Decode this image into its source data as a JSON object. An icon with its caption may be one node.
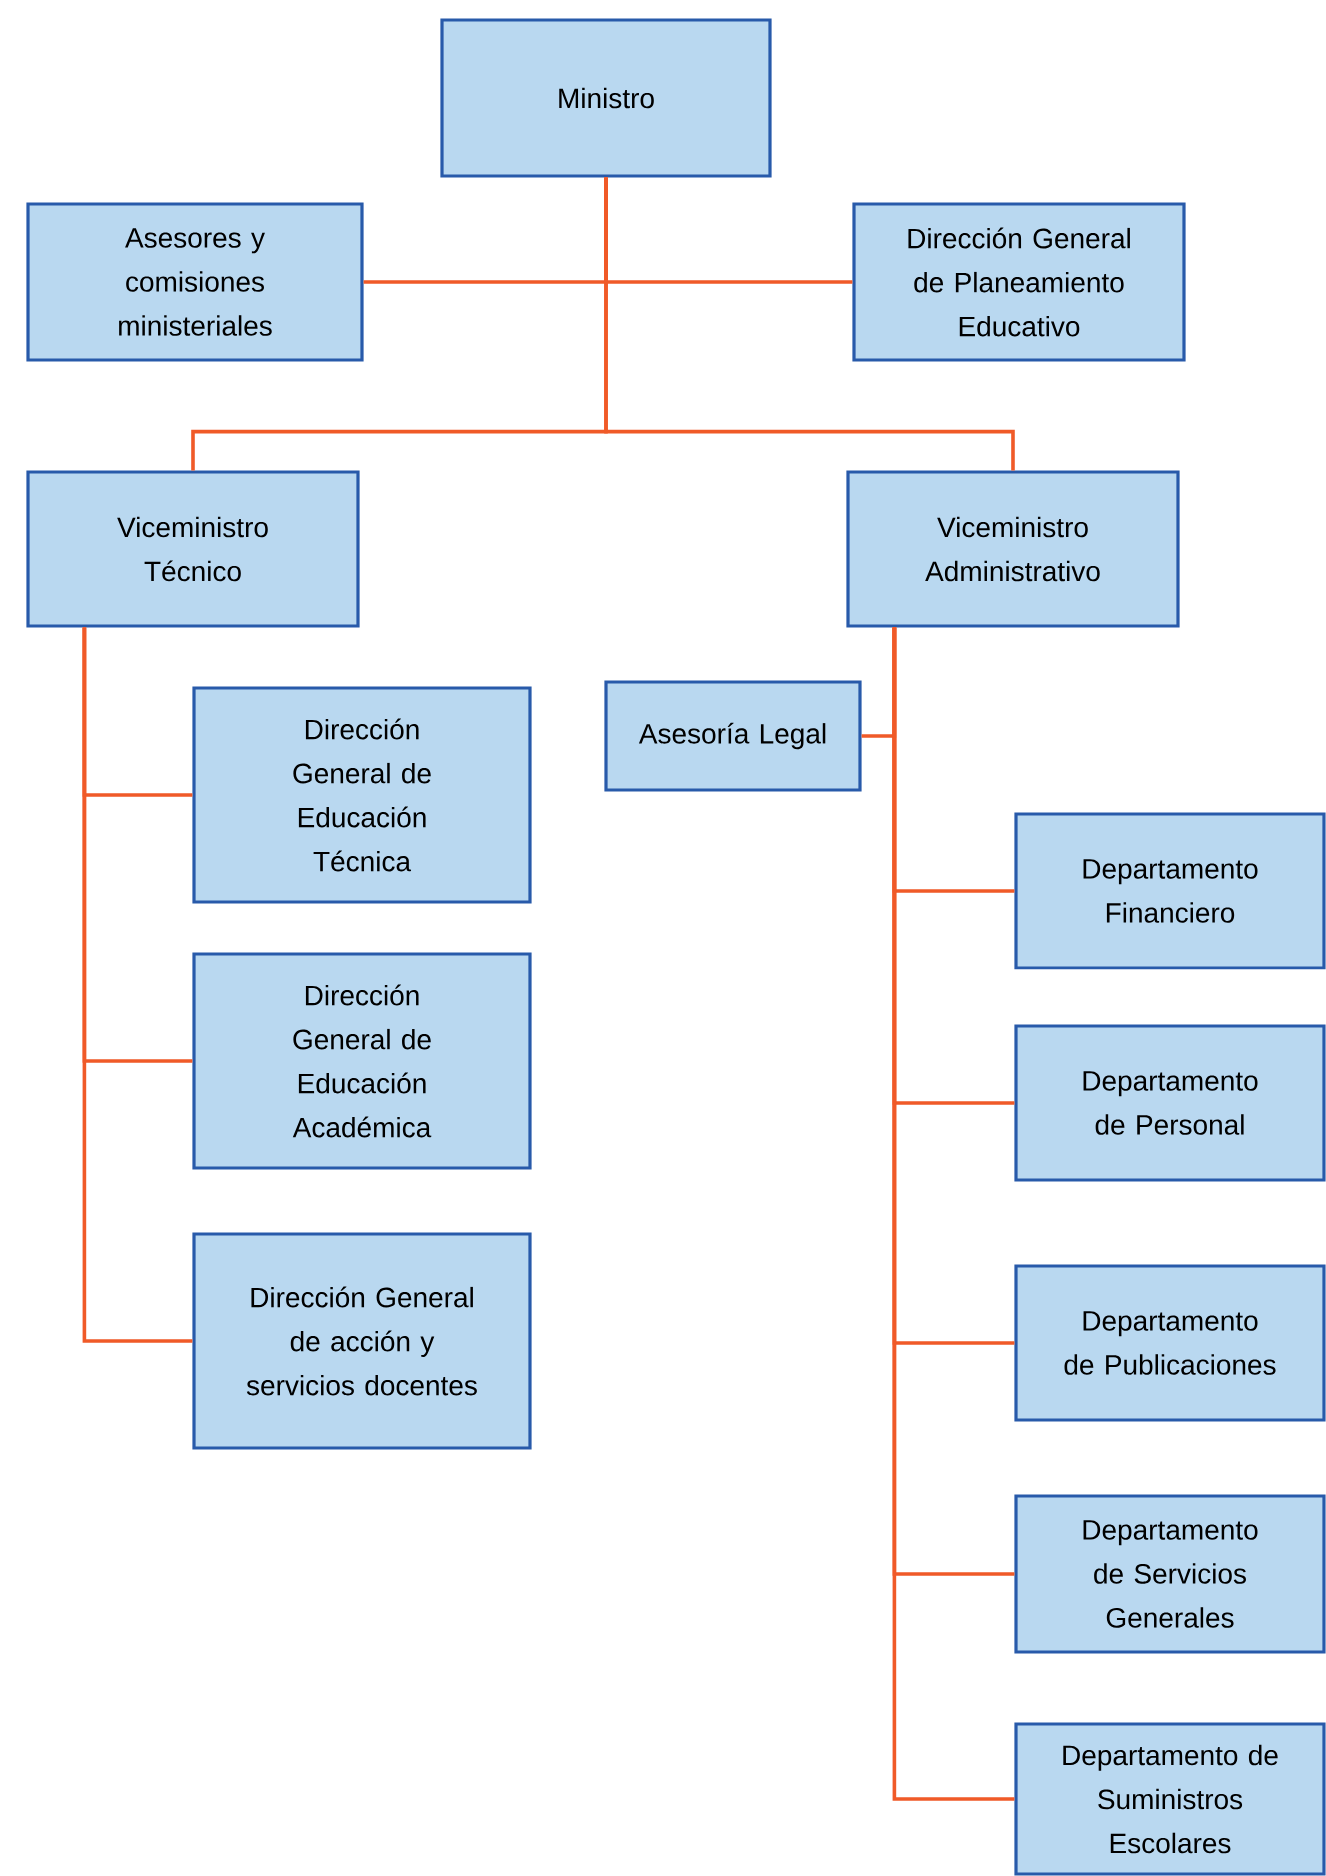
{
  "diagram": {
    "nodes": [
      {
        "text": [
          "Ministro"
        ]
      },
      {
        "text": [
          "Asesores y comisiones ministeriales"
        ]
      },
      {
        "text": [
          "Dirección General de Planeamiento Educativo"
        ]
      },
      {
        "text": [
          "Viceministro Técnico"
        ]
      },
      {
        "text": [
          "Viceministro Administrativo"
        ]
      },
      {
        "text": [
          "Dirección General de Educación Técnica"
        ]
      },
      {
        "text": [
          "Dirección General de Educación Académica"
        ]
      },
      {
        "text": [
          "Dirección General de acción y servicios docentes"
        ]
      },
      {
        "text": [
          "Asesoría Legal"
        ]
      },
      {
        "text": [
          "Departamento Financiero"
        ]
      },
      {
        "text": [
          "Departamento de Personal"
        ]
      },
      {
        "text": [
          "Departamento de Publicaciones"
        ]
      },
      {
        "text": [
          "Departamento de Servicios Generales"
        ]
      },
      {
        "text": [
          "Departamento de Suministros Escolares"
        ]
      }
    ],
    "edges": [
      {
        "from": 0,
        "to": 1,
        "arrow": "none"
      },
      {
        "from": 0,
        "to": 2,
        "arrow": "none"
      },
      {
        "from": 0,
        "to": 3,
        "arrow": "none"
      },
      {
        "from": 0,
        "to": 4,
        "arrow": "none"
      },
      {
        "from": 3,
        "to": 5,
        "arrow": "none"
      },
      {
        "from": 3,
        "to": 6,
        "arrow": "none"
      },
      {
        "from": 3,
        "to": 7,
        "arrow": "none"
      },
      {
        "from": 4,
        "to": 8,
        "arrow": "none"
      },
      {
        "from": 4,
        "to": 9,
        "arrow": "none"
      },
      {
        "from": 4,
        "to": 10,
        "arrow": "none"
      },
      {
        "from": 4,
        "to": 11,
        "arrow": "none"
      },
      {
        "from": 4,
        "to": 12,
        "arrow": "none"
      },
      {
        "from": 4,
        "to": 13,
        "arrow": "none"
      }
    ]
  }
}
